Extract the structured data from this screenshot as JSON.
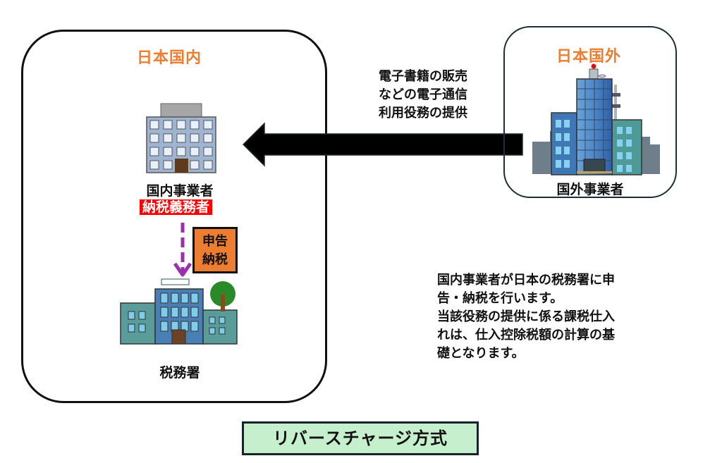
{
  "domestic": {
    "title": "日本国内",
    "business_label": "国内事業者",
    "taxpayer_badge": "納税義務者",
    "filing_box": [
      "申告",
      "納税"
    ],
    "tax_office_label": "税務署",
    "icons": [
      "office-building-icon",
      "tax-office-building-icon",
      "tree-icon",
      "dashed-arrow-down-icon"
    ]
  },
  "foreign": {
    "title": "日本国外",
    "business_label": "国外事業者",
    "icons": [
      "skyscraper-cityscape-icon"
    ]
  },
  "service_flow": {
    "lines": [
      "電子書籍の販売",
      "などの電子通信",
      "利用役務の提供"
    ],
    "arrow": "arrow-left-icon"
  },
  "note": {
    "lines": [
      "国内事業者が日本の税務署に申",
      "告・納税を行います。",
      "当該役務の提供に係る課税仕入",
      "れは、仕入控除税額の計算の基",
      "礎となります。"
    ]
  },
  "footer": {
    "title": "リバースチャージ方式"
  },
  "colors": {
    "accent_orange": "#ed7d31",
    "badge_red": "#ff0000",
    "title_green": "#c6efce",
    "arrow_purple": "#9b2fae"
  }
}
